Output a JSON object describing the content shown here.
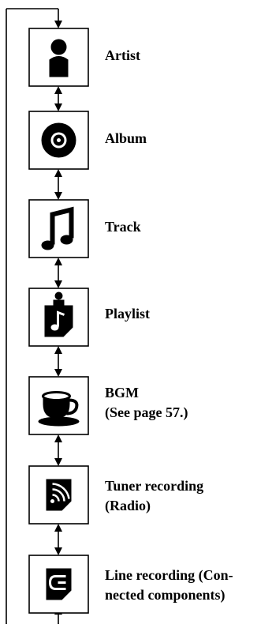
{
  "items": [
    {
      "icon": "artist-icon",
      "label_lines": [
        "Artist"
      ]
    },
    {
      "icon": "album-icon",
      "label_lines": [
        "Album"
      ]
    },
    {
      "icon": "track-icon",
      "label_lines": [
        "Track"
      ]
    },
    {
      "icon": "playlist-icon",
      "label_lines": [
        "Playlist"
      ]
    },
    {
      "icon": "bgm-icon",
      "label_lines": [
        "BGM",
        "(See page 57.)"
      ]
    },
    {
      "icon": "tuner-recording-icon",
      "label_lines": [
        "Tuner recording",
        "(Radio)"
      ]
    },
    {
      "icon": "line-recording-icon",
      "label_lines": [
        "Line recording (Con-",
        "nected components)"
      ]
    }
  ],
  "colors": {
    "ink": "#000000",
    "paper": "#ffffff"
  }
}
